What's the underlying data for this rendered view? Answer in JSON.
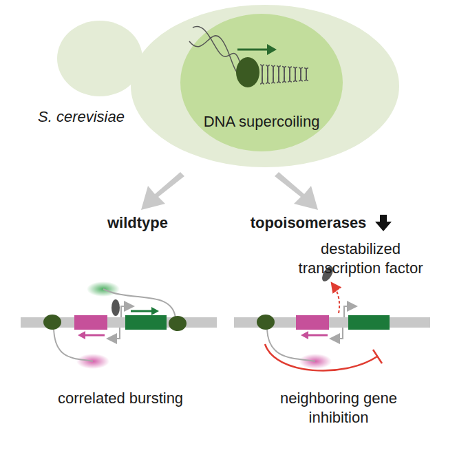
{
  "diagram": {
    "labels": [
      "S. cerevisiae",
      "DNA supercoiling",
      "wildtype",
      "topoisomerases",
      "destabilized transcription factor",
      "correlated bursting",
      "neighboring gene inhibition"
    ]
  }
}
